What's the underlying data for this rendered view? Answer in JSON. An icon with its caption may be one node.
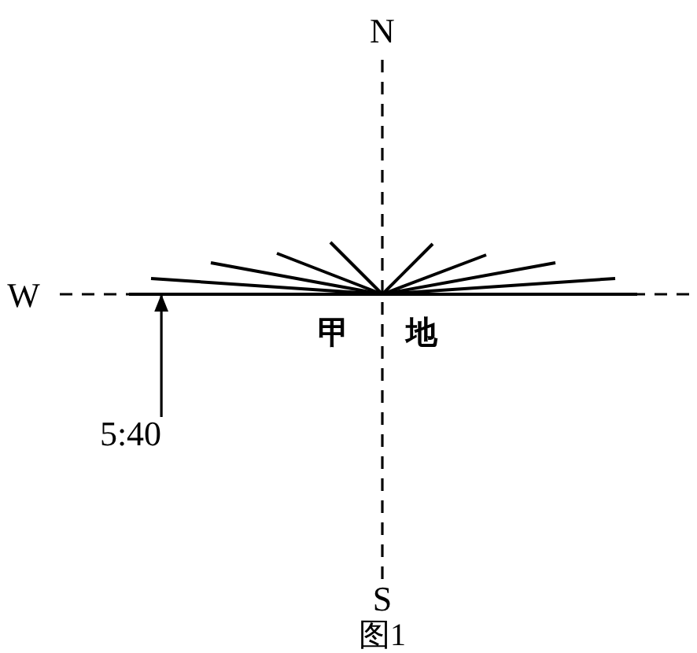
{
  "diagram": {
    "caption": "图1",
    "nodes": [
      {
        "text": [
          "5:40"
        ]
      },
      {
        "text": [],
        "shape": "line"
      }
    ],
    "edges": [
      {
        "from": 0,
        "to": 1,
        "arrow": "to"
      }
    ],
    "labels": [
      "N",
      "W",
      "甲",
      "地",
      "S"
    ]
  }
}
